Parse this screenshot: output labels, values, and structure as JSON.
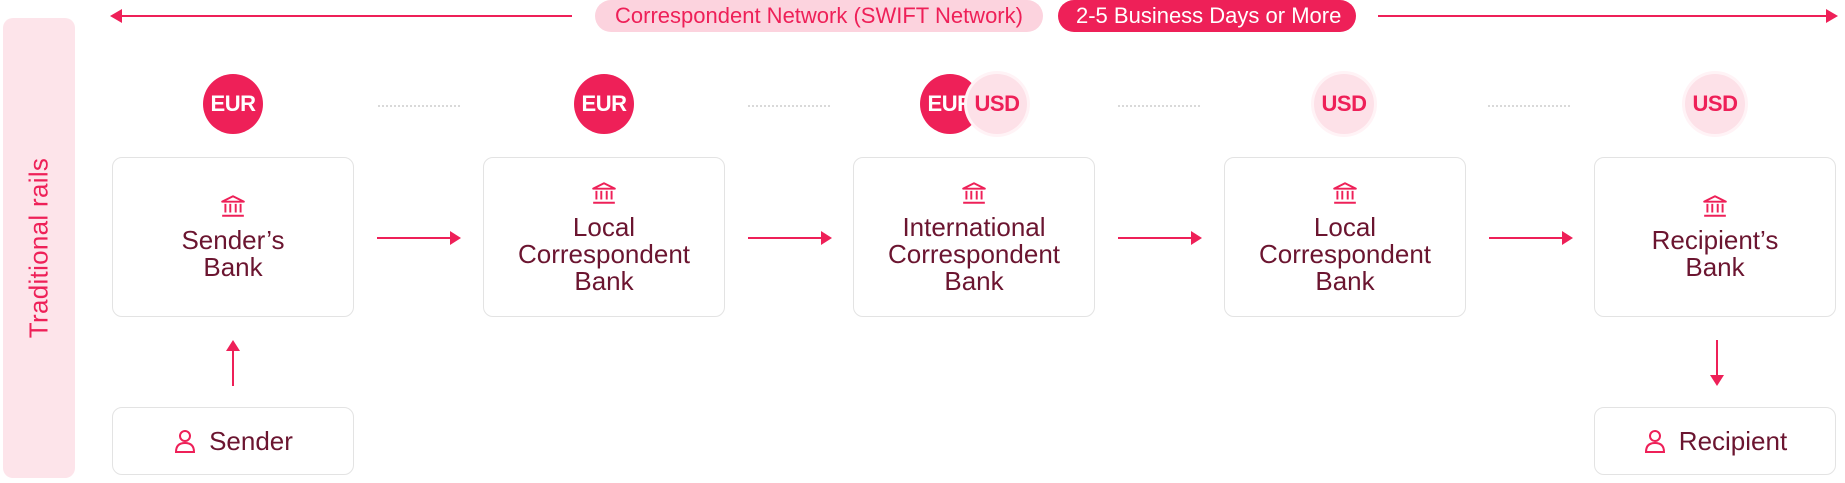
{
  "side_label": "Traditional rails",
  "network_label": "Correspondent Network (SWIFT Network)",
  "duration_label": "2-5 Business Days or More",
  "currencies": {
    "c1": "EUR",
    "c2": "EUR",
    "c3a": "EUR",
    "c3b": "USD",
    "c4": "USD",
    "c5": "USD"
  },
  "banks": [
    {
      "line1": "Sender’s",
      "line2": "Bank",
      "line3": ""
    },
    {
      "line1": "Local",
      "line2": "Correspondent",
      "line3": "Bank"
    },
    {
      "line1": "International",
      "line2": "Correspondent",
      "line3": "Bank"
    },
    {
      "line1": "Local",
      "line2": "Correspondent",
      "line3": "Bank"
    },
    {
      "line1": "Recipient’s",
      "line2": "Bank",
      "line3": ""
    }
  ],
  "sender_label": "Sender",
  "recipient_label": "Recipient",
  "icons": {
    "bank": "bank-icon",
    "person": "person-icon"
  },
  "colors": {
    "accent": "#ee2058",
    "accent_light": "#fcd3de",
    "text_dark": "#6b1530"
  }
}
